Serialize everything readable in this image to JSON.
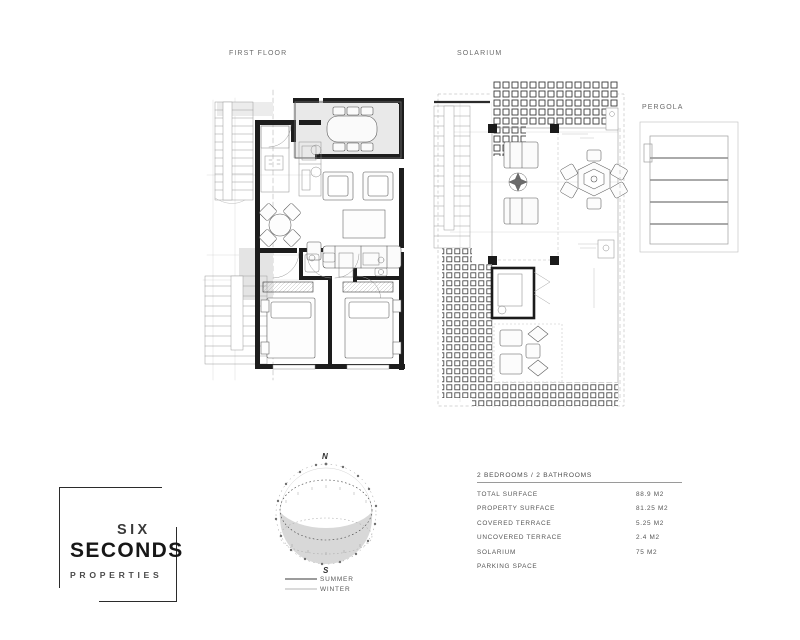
{
  "sheet": {
    "plan_titles": {
      "first_floor": "FIRST FLOOR",
      "solarium": "SOLARIUM",
      "pergola": "PERGOLA"
    }
  },
  "logo": {
    "line1": "SIX",
    "line2": "SECONDS",
    "line3": "PROPERTIES"
  },
  "compass": {
    "north": "N",
    "south": "S",
    "legend": [
      {
        "label": "SUMMER",
        "color": "#3a3a3a"
      },
      {
        "label": "WINTER",
        "color": "#b4b4b4"
      }
    ]
  },
  "info_table": {
    "heading": "2 BEDROOMS / 2 BATHROOMS",
    "rows": [
      {
        "label": "TOTAL SURFACE",
        "value": "88.9 M2"
      },
      {
        "label": "PROPERTY SURFACE",
        "value": "81.25 M2"
      },
      {
        "label": "COVERED TERRACE",
        "value": "5.25 M2"
      },
      {
        "label": "UNCOVERED TERRACE",
        "value": "2.4 M2"
      },
      {
        "label": "SOLARIUM",
        "value": "75 M2"
      },
      {
        "label": "PARKING SPACE",
        "value": ""
      }
    ]
  },
  "colors": {
    "wall": "#1d1d1d",
    "line": "#8e8e8e",
    "thin": "#b9b9b9",
    "terrace_fill": "#e6e6e6",
    "furniture": "#6e6e6e",
    "background": "#ffffff"
  }
}
